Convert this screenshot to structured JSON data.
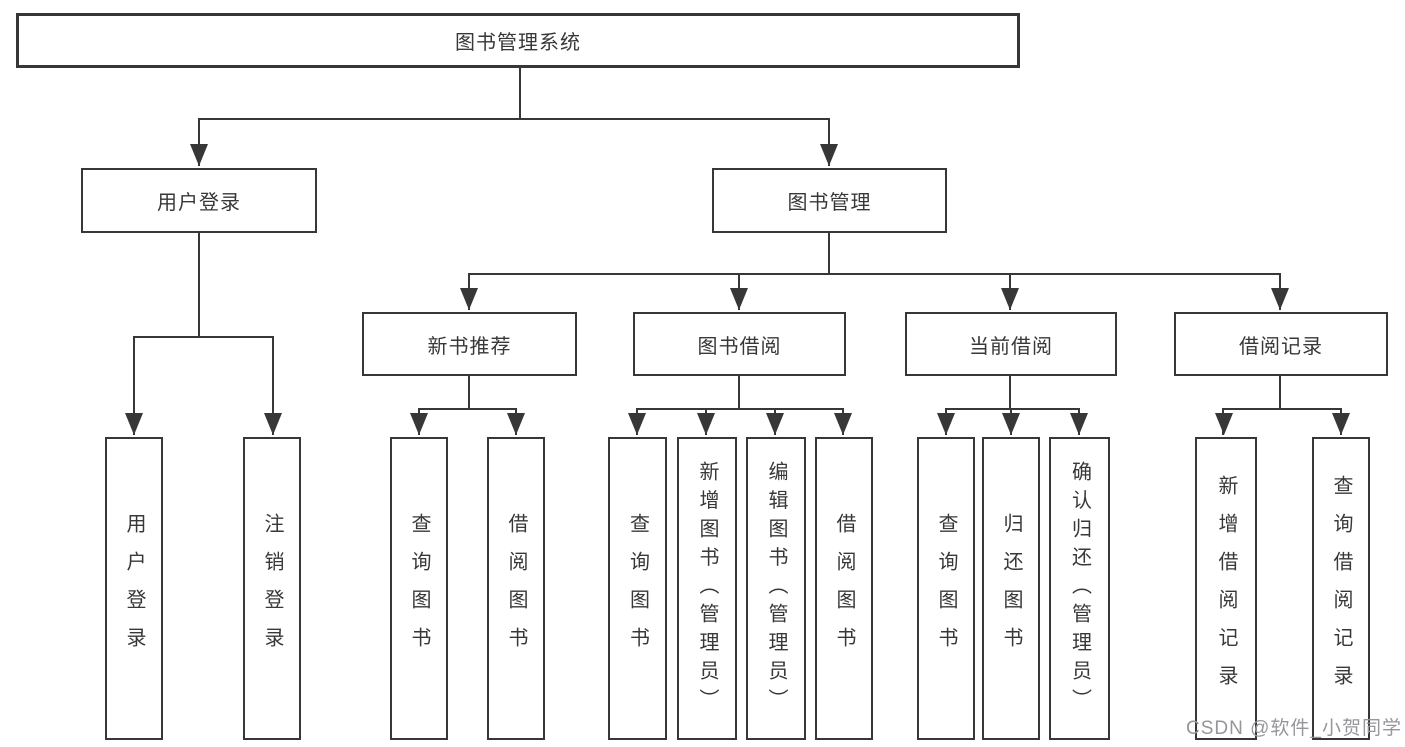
{
  "watermark": "CSDN @软件_小贺同学",
  "colors": {
    "line": "#373737",
    "text": "#383838",
    "watermark": "#96969b",
    "background": "#ffffff"
  },
  "diagram": {
    "root": {
      "label": "图书管理系统"
    },
    "branches": [
      {
        "label": "用户登录",
        "children": [
          {
            "label": "用户登录"
          },
          {
            "label": "注销登录"
          }
        ]
      },
      {
        "label": "图书管理",
        "children": [
          {
            "label": "新书推荐",
            "children": [
              {
                "label": "查询图书"
              },
              {
                "label": "借阅图书"
              }
            ]
          },
          {
            "label": "图书借阅",
            "children": [
              {
                "label": "查询图书"
              },
              {
                "label": "新增图书（管理员）"
              },
              {
                "label": "编辑图书（管理员）"
              },
              {
                "label": "借阅图书"
              }
            ]
          },
          {
            "label": "当前借阅",
            "children": [
              {
                "label": "查询图书"
              },
              {
                "label": "归还图书"
              },
              {
                "label": "确认归还（管理员）"
              }
            ]
          },
          {
            "label": "借阅记录",
            "children": [
              {
                "label": "新增借阅记录"
              },
              {
                "label": "查询借阅记录"
              }
            ]
          }
        ]
      }
    ]
  }
}
